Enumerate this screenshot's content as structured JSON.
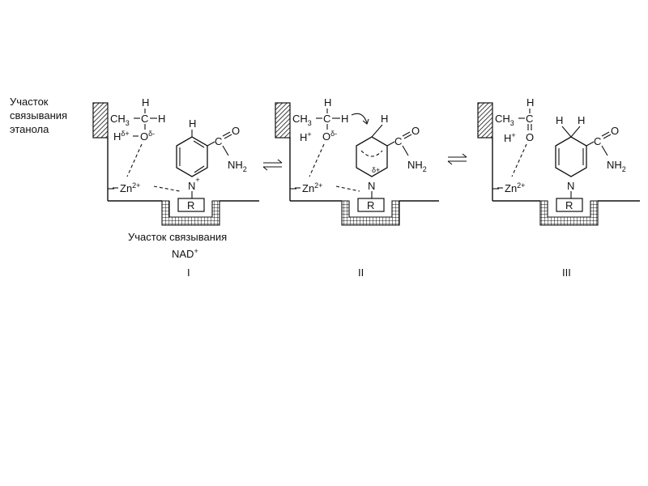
{
  "labels": {
    "ethanol_site_line1": "Участок",
    "ethanol_site_line2": "связывания",
    "ethanol_site_line3": "этанола",
    "nad_site_line1": "Участок связывания",
    "nad_site_line2": "NAD",
    "nad_site_sup": "+"
  },
  "stages": [
    {
      "numeral": "I",
      "ch3": "CH",
      "ch3_sub": "3",
      "c": "C",
      "h_top": "H",
      "h_right": "H",
      "h_partial": "H",
      "h_partial_sup": "δ+",
      "o": "O",
      "o_sup": "δ-",
      "zn": "Zn",
      "zn_sup": "2+",
      "ring_h_top": "H",
      "amide_o": "O",
      "amide_c": "C",
      "amide_nh": "NH",
      "amide_sub": "2",
      "ring_n": "N",
      "ring_n_sup": "+",
      "r": "R"
    },
    {
      "numeral": "II",
      "ch3": "CH",
      "ch3_sub": "3",
      "c": "C",
      "h_top": "H",
      "h_right": "H",
      "h_plus": "H",
      "h_plus_sup": "+",
      "o": "O",
      "o_sup": "δ-",
      "zn": "Zn",
      "zn_sup": "2+",
      "ring_h_top": "H",
      "ring_sup": "δ+",
      "amide_o": "O",
      "amide_c": "C",
      "amide_nh": "NH",
      "amide_sub": "2",
      "ring_n": "N",
      "r": "R"
    },
    {
      "numeral": "III",
      "ch3": "CH",
      "ch3_sub": "3",
      "c": "C",
      "h_top": "H",
      "h_plus": "H",
      "h_plus_sup": "+",
      "o": "O",
      "zn": "Zn",
      "zn_sup": "2+",
      "ring_h_left": "H",
      "ring_h_right": "H",
      "amide_o": "O",
      "amide_c": "C",
      "amide_nh": "NH",
      "amide_sub": "2",
      "ring_n": "N",
      "r": "R"
    }
  ]
}
